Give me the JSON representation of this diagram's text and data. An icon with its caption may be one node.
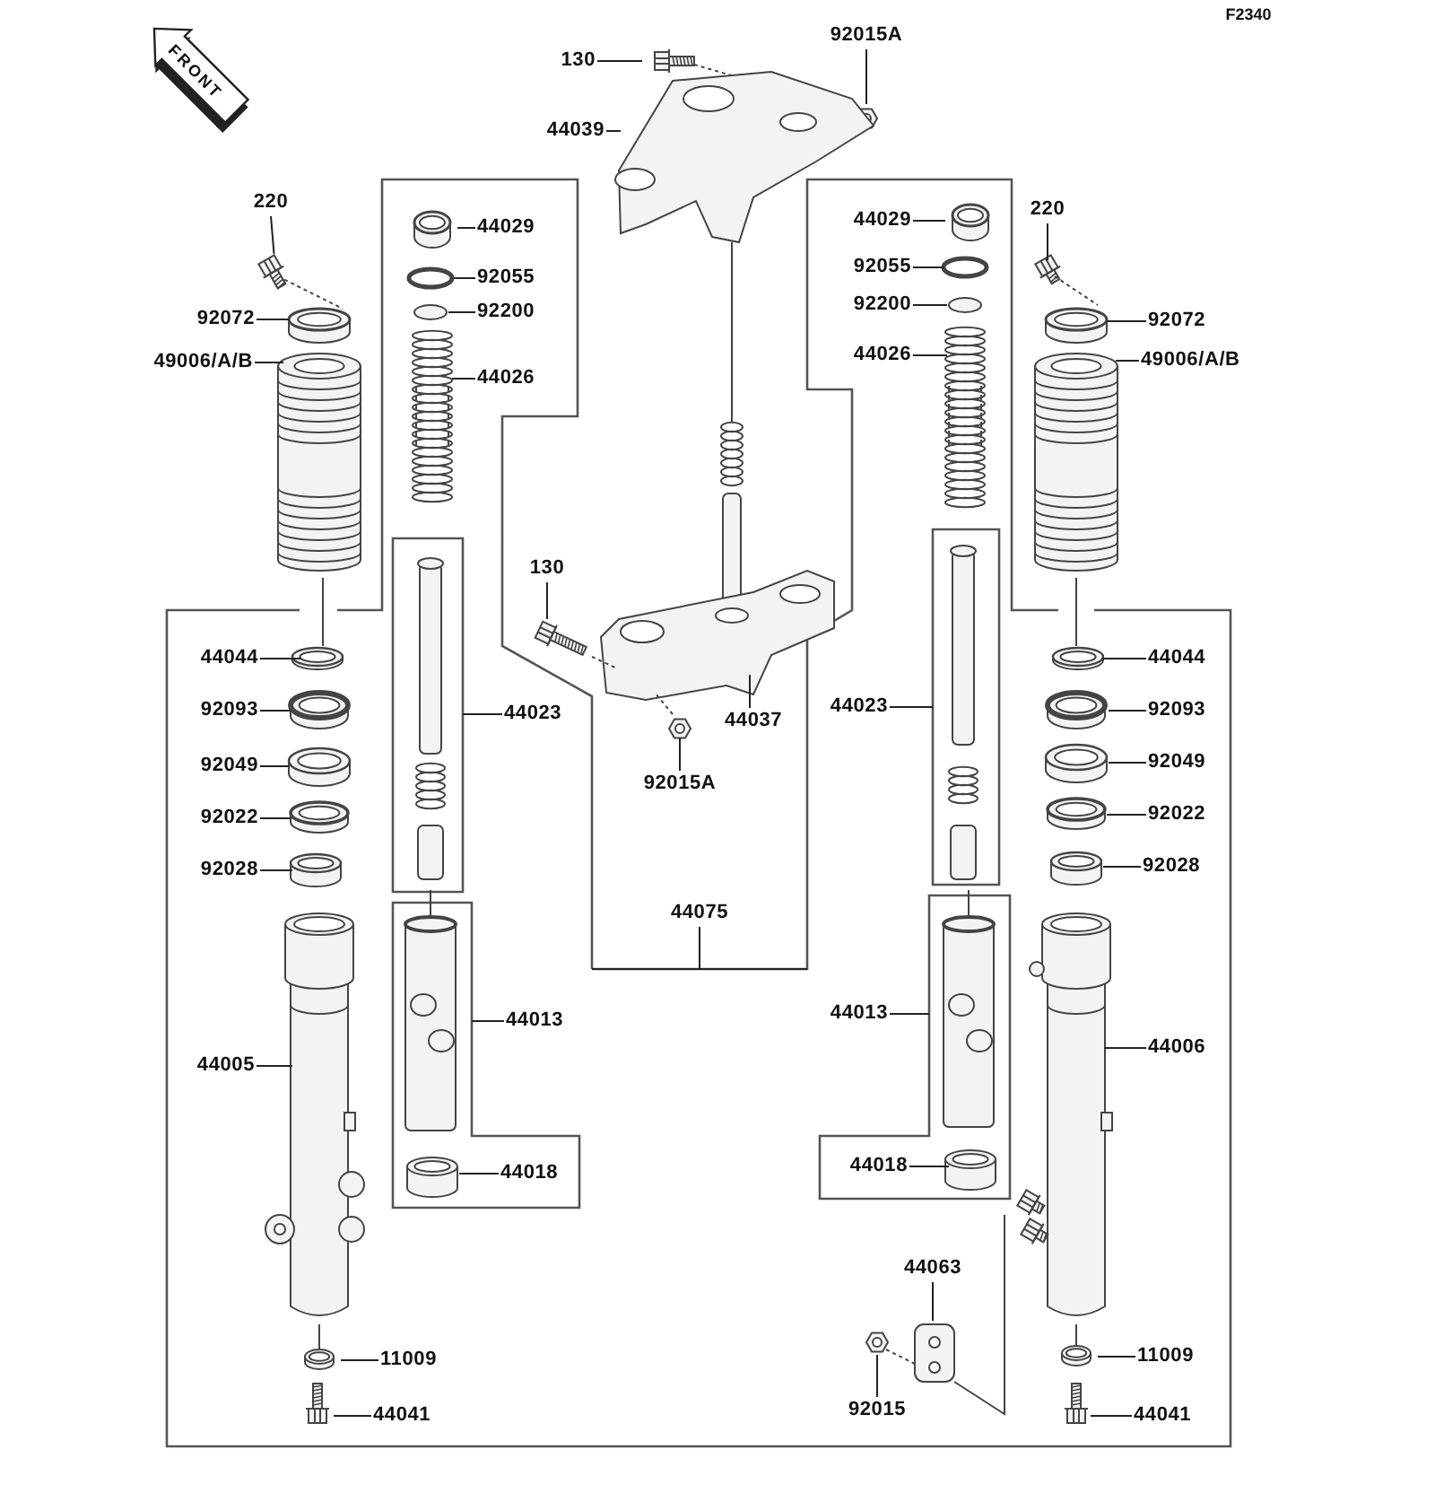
{
  "diagram": {
    "nodes": [
      {
        "text": [
          "130"
        ]
      },
      {
        "text": [
          "92015A"
        ]
      },
      {
        "text": [
          "44039"
        ]
      },
      {
        "text": [
          "220"
        ]
      },
      {
        "text": [
          "44029"
        ]
      },
      {
        "text": [
          "220"
        ]
      },
      {
        "text": [
          "44029"
        ]
      },
      {
        "text": [
          "92055"
        ]
      },
      {
        "text": [
          "92055"
        ]
      },
      {
        "text": [
          "92200"
        ]
      },
      {
        "text": [
          "92200"
        ]
      },
      {
        "text": [
          "92072"
        ]
      },
      {
        "text": [
          "92072"
        ]
      },
      {
        "text": [
          "44026"
        ]
      },
      {
        "text": [
          "49006/A/B"
        ]
      },
      {
        "text": [
          "44026"
        ]
      },
      {
        "text": [
          "49006/A/B"
        ]
      },
      {
        "text": [
          "44044"
        ]
      },
      {
        "text": [
          "44044"
        ]
      },
      {
        "text": [
          "92093"
        ]
      },
      {
        "text": [
          "92093"
        ]
      },
      {
        "text": [
          "44023"
        ]
      },
      {
        "text": [
          "44023"
        ]
      },
      {
        "text": [
          "92049"
        ]
      },
      {
        "text": [
          "92049"
        ]
      },
      {
        "text": [
          "92022"
        ]
      },
      {
        "text": [
          "92022"
        ]
      },
      {
        "text": [
          "92028"
        ]
      },
      {
        "text": [
          "92028"
        ]
      },
      {
        "text": [
          "130"
        ]
      },
      {
        "text": [
          "44037"
        ]
      },
      {
        "text": [
          "92015A"
        ]
      },
      {
        "text": [
          "44075"
        ]
      },
      {
        "text": [
          "44013"
        ]
      },
      {
        "text": [
          "44013"
        ]
      },
      {
        "text": [
          "44005"
        ]
      },
      {
        "text": [
          "44006"
        ]
      },
      {
        "text": [
          "44018"
        ]
      },
      {
        "text": [
          "44018"
        ]
      },
      {
        "text": [
          "44063"
        ]
      },
      {
        "text": [
          "11009"
        ]
      },
      {
        "text": [
          "11009"
        ]
      },
      {
        "text": [
          "92015"
        ]
      },
      {
        "text": [
          "44041"
        ]
      },
      {
        "text": [
          "44041"
        ]
      },
      {
        "text": [],
        "shape": "picture"
      },
      {
        "text": [],
        "shape": "picture"
      }
    ],
    "edges": [
      {
        "from": 0,
        "to": null,
        "arrow": "none"
      },
      {
        "from": 1,
        "to": null,
        "arrow": "none"
      },
      {
        "from": 2,
        "to": null,
        "arrow": "none"
      },
      {
        "from": 3,
        "to": 45,
        "arrow": "none"
      },
      {
        "from": 4,
        "to": null,
        "arrow": "none"
      },
      {
        "from": 5,
        "to": null,
        "arrow": "none"
      },
      {
        "from": 6,
        "to": null,
        "arrow": "none"
      },
      {
        "from": 7,
        "to": null,
        "arrow": "none"
      },
      {
        "from": 8,
        "to": null,
        "arrow": "none"
      },
      {
        "from": 9,
        "to": null,
        "arrow": "none"
      },
      {
        "from": 10,
        "to": null,
        "arrow": "none"
      },
      {
        "from": 11,
        "to": null,
        "arrow": "none"
      },
      {
        "from": 12,
        "to": null,
        "arrow": "none"
      },
      {
        "from": 13,
        "to": null,
        "arrow": "none"
      },
      {
        "from": 14,
        "to": null,
        "arrow": "none"
      },
      {
        "from": 15,
        "to": null,
        "arrow": "none"
      },
      {
        "from": 16,
        "to": null,
        "arrow": "none"
      },
      {
        "from": 17,
        "to": null,
        "arrow": "none"
      },
      {
        "from": 18,
        "to": null,
        "arrow": "none"
      },
      {
        "from": 19,
        "to": null,
        "arrow": "none"
      },
      {
        "from": 20,
        "to": null,
        "arrow": "none"
      },
      {
        "from": 21,
        "to": null,
        "arrow": "none"
      },
      {
        "from": 22,
        "to": null,
        "arrow": "none"
      },
      {
        "from": 23,
        "to": null,
        "arrow": "none"
      },
      {
        "from": 24,
        "to": null,
        "arrow": "none"
      },
      {
        "from": 25,
        "to": null,
        "arrow": "none"
      },
      {
        "from": 26,
        "to": null,
        "arrow": "none"
      },
      {
        "from": 27,
        "to": null,
        "arrow": "none"
      },
      {
        "from": 28,
        "to": null,
        "arrow": "none"
      },
      {
        "from": 29,
        "to": null,
        "arrow": "none"
      },
      {
        "from": 30,
        "to": null,
        "arrow": "none"
      },
      {
        "from": 31,
        "to": 46,
        "arrow": "none"
      },
      {
        "from": 32,
        "to": null,
        "arrow": "none"
      },
      {
        "from": 32,
        "to": null,
        "arrow": "none"
      },
      {
        "from": 33,
        "to": null,
        "arrow": "none"
      },
      {
        "from": 34,
        "to": null,
        "arrow": "none"
      },
      {
        "from": 35,
        "to": null,
        "arrow": "none"
      },
      {
        "from": 36,
        "to": null,
        "arrow": "none"
      },
      {
        "from": 37,
        "to": null,
        "arrow": "none"
      },
      {
        "from": 38,
        "to": null,
        "arrow": "none"
      },
      {
        "from": 39,
        "to": null,
        "arrow": "none"
      },
      {
        "from": 40,
        "to": null,
        "arrow": "none"
      },
      {
        "from": 41,
        "to": null,
        "arrow": "none"
      },
      {
        "from": 42,
        "to": null,
        "arrow": "none"
      },
      {
        "from": 43,
        "to": null,
        "arrow": "none"
      },
      {
        "from": 44,
        "to": null,
        "arrow": "none"
      }
    ],
    "labels": [
      "F2340",
      "FRONT"
    ]
  }
}
